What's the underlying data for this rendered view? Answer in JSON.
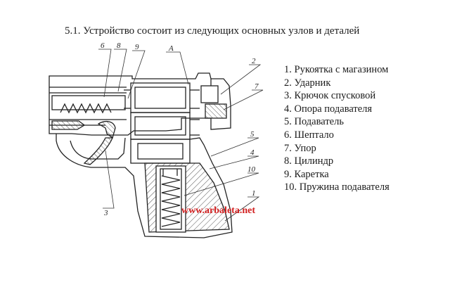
{
  "caption": "5.1. Устройство состоит из следующих основных узлов и деталей",
  "parts": [
    "1. Рукоятка с магазином",
    "2. Ударник",
    "3. Крючок спусковой",
    "4. Опора подавателя",
    "5. Подаватель",
    "6. Шептало",
    "7. Упор",
    "8. Цилиндр",
    "9. Каретка",
    "10. Пружина подавателя"
  ],
  "callouts": {
    "c6": "6",
    "c8": "8",
    "c9": "9",
    "cA": "А",
    "c2": "2",
    "c7": "7",
    "c5": "5",
    "c4": "4",
    "c10": "10",
    "c1": "1",
    "c3": "3"
  },
  "watermark": "www.arbaleta.net"
}
